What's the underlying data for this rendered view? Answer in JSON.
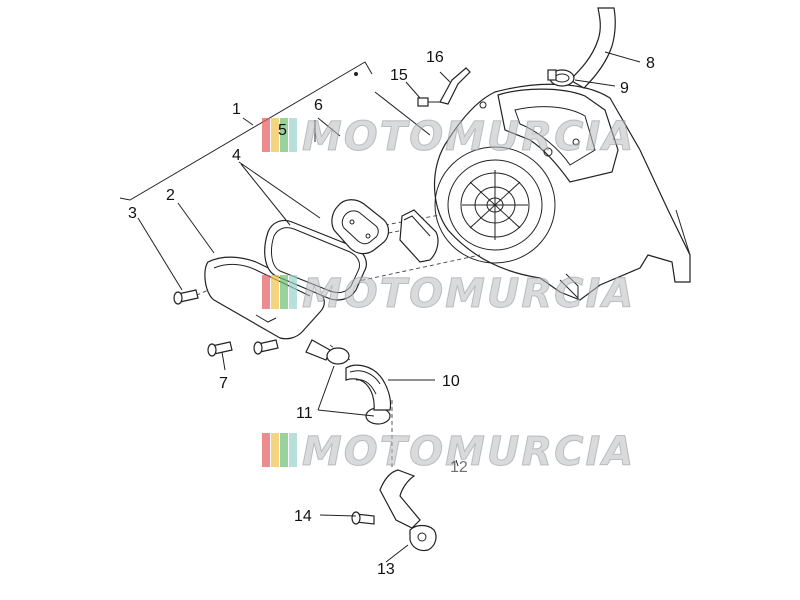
{
  "watermark": {
    "text": "MOTOMURCIA",
    "stripe_colors": [
      "#e45d5d",
      "#efc24a",
      "#6fbf73",
      "#9bd2cc"
    ]
  },
  "callouts": [
    "1",
    "2",
    "3",
    "4",
    "5",
    "6",
    "7",
    "8",
    "9",
    "10",
    "11",
    "12",
    "13",
    "14",
    "15",
    "16"
  ]
}
